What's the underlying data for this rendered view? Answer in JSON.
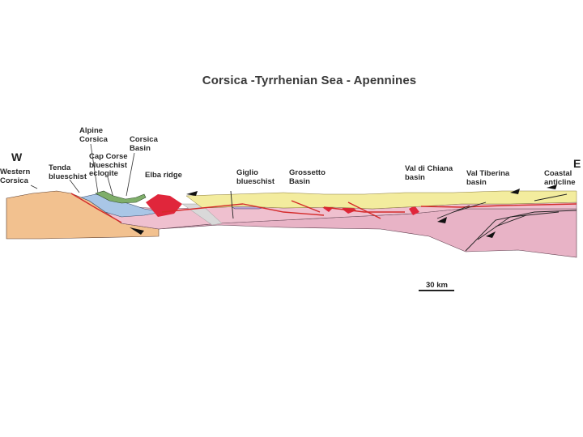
{
  "diagram": {
    "title": "Corsica -Tyrrhenian Sea - Apennines",
    "direction_west": "W",
    "direction_east": "E",
    "labels": {
      "western_corsica": "Western\nCorsica",
      "tenda_blueschist": "Tenda\nblueschist",
      "alpine_corsica": "Alpine\nCorsica",
      "cap_corse": "Cap Corse\nblueschist\neclogite",
      "corsica_basin": "Corsica\nBasin",
      "elba_ridge": "Elba ridge",
      "giglio_blueschist": "Giglio\nblueschist",
      "grossetto_basin": "Grossetto\nBasin",
      "val_di_chiana": "Val di Chiana\nbasin",
      "val_tiberina": "Val Tiberina\nbasin",
      "coastal_anticline": "Coastal\nanticline"
    },
    "scale_label": "30 km"
  },
  "colors": {
    "continental_crust": "#f2c18f",
    "mantle_lower_crust": "#e8b3c6",
    "blueschist": "#a9c6e6",
    "ophiolite": "#7fae6a",
    "granite": "#e0263b",
    "basin_fill": "#f3ec9e",
    "foreland": "#c8b4d6",
    "fault": "#d42a2a"
  }
}
